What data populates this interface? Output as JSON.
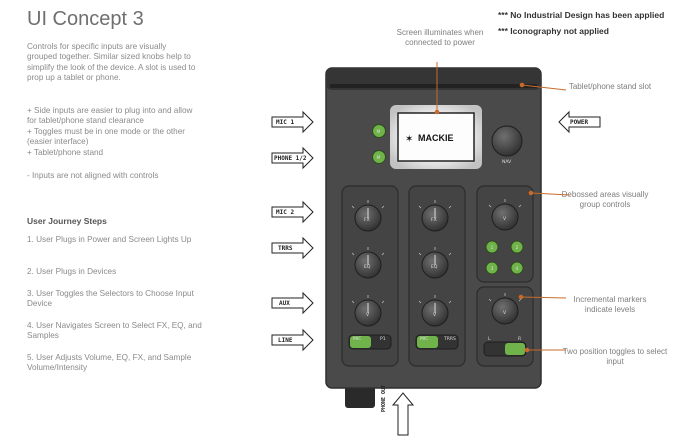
{
  "title": "UI Concept 3",
  "notes": {
    "industrial": "*** No Industrial Design has been applied",
    "iconography": "*** Iconography not applied"
  },
  "description": "Controls for specific inputs are visually grouped together. Similar sized knobs help to simplify the look of the device. A slot is used to prop up a tablet or phone.",
  "pros": "+ Side inputs are easier to plug into and allow for tablet/phone stand clearance\n+ Toggles must be in one mode or the other (easier interface)\n+ Tablet/phone stand",
  "cons": "- Inputs are not aligned with controls",
  "journey": {
    "title": "User Journey Steps",
    "steps": [
      "1. User Plugs in Power and Screen Lights Up",
      "2. User Plugs in Devices",
      "3. User Toggles the Selectors to Choose Input Device",
      "4. User Navigates Screen to Select FX, EQ, and Samples",
      "5. User Adjusts Volume, EQ, FX, and Sample Volume/Intensity"
    ]
  },
  "annotations": {
    "screen": "Screen illuminates when connected to power",
    "stand": "Tablet/phone stand slot",
    "debossed": "Debossed areas visually group controls",
    "markers": "Incremental markers indicate levels",
    "toggles": "Two position toggles to select input"
  },
  "inputs": {
    "mic1": "MIC 1",
    "phone": "PHONE 1/2",
    "mic2": "MIC 2",
    "trrs": "TRRS",
    "aux": "AUX",
    "line": "LINE",
    "power": "POWER",
    "phones_out": "PHONE OUT"
  },
  "device": {
    "brand": "MACKIE",
    "nav_label": "NAV",
    "knob_labels": [
      "FX",
      "EQ",
      "V"
    ],
    "toggle_left": [
      "MIC",
      "P1"
    ],
    "toggle_mid": [
      "MIC",
      "TRRS"
    ],
    "toggle_right": [
      "L",
      "R"
    ],
    "pad_labels": [
      "1",
      "2",
      "3",
      "4"
    ],
    "small_button": "M"
  },
  "colors": {
    "device_body": "#4a4a4a",
    "green": "#6fb34a",
    "knob": "#3d3d3d"
  }
}
